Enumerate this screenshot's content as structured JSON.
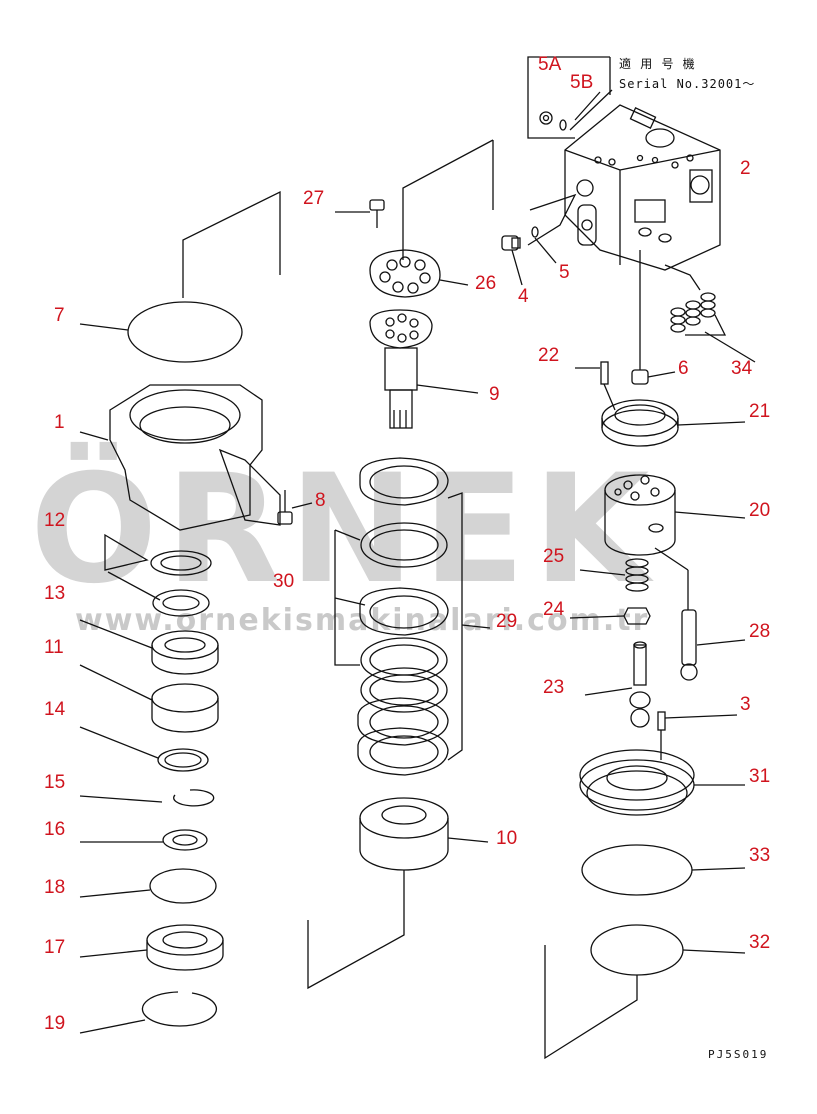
{
  "header": {
    "applicable_model": "適 用 号 機",
    "serial": "Serial No.32001～"
  },
  "drawing_code": "PJ5S019",
  "watermark": {
    "brand": "ÖRNEK",
    "url": "www.ornekismakinalari.com.tr"
  },
  "callouts": [
    "5A",
    "5B",
    "2",
    "27",
    "26",
    "4",
    "5",
    "7",
    "9",
    "22",
    "6",
    "34",
    "1",
    "21",
    "8",
    "20",
    "12",
    "25",
    "30",
    "13",
    "24",
    "29",
    "28",
    "11",
    "23",
    "14",
    "3",
    "31",
    "15",
    "10",
    "16",
    "33",
    "18",
    "17",
    "32",
    "19"
  ],
  "colors": {
    "label": "#d0141e",
    "line": "#111111",
    "watermark": "#c9c9c9"
  }
}
